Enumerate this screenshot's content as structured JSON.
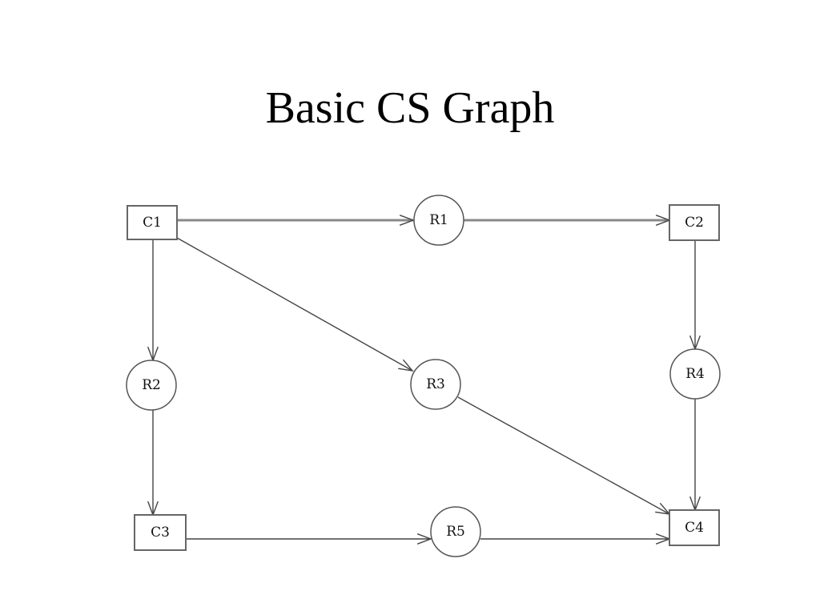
{
  "slide": {
    "title": "Basic CS Graph"
  },
  "colors": {
    "background": "#ffffff",
    "node_stroke": "#555555",
    "edge": "#444444"
  },
  "diagram": {
    "nodes": [
      {
        "id": "C1",
        "label": "C1",
        "shape": "box"
      },
      {
        "id": "R1",
        "label": "R1",
        "shape": "circle"
      },
      {
        "id": "C2",
        "label": "C2",
        "shape": "box"
      },
      {
        "id": "R2",
        "label": "R2",
        "shape": "circle"
      },
      {
        "id": "R3",
        "label": "R3",
        "shape": "circle"
      },
      {
        "id": "R4",
        "label": "R4",
        "shape": "circle"
      },
      {
        "id": "C3",
        "label": "C3",
        "shape": "box"
      },
      {
        "id": "R5",
        "label": "R5",
        "shape": "circle"
      },
      {
        "id": "C4",
        "label": "C4",
        "shape": "box"
      }
    ],
    "edges": [
      {
        "from": "C1",
        "to": "R1"
      },
      {
        "from": "R1",
        "to": "C2"
      },
      {
        "from": "C1",
        "to": "R2"
      },
      {
        "from": "C1",
        "to": "R3"
      },
      {
        "from": "C2",
        "to": "R4"
      },
      {
        "from": "R2",
        "to": "C3"
      },
      {
        "from": "R3",
        "to": "C4"
      },
      {
        "from": "R4",
        "to": "C4"
      },
      {
        "from": "C3",
        "to": "R5"
      },
      {
        "from": "R5",
        "to": "C4"
      }
    ]
  }
}
